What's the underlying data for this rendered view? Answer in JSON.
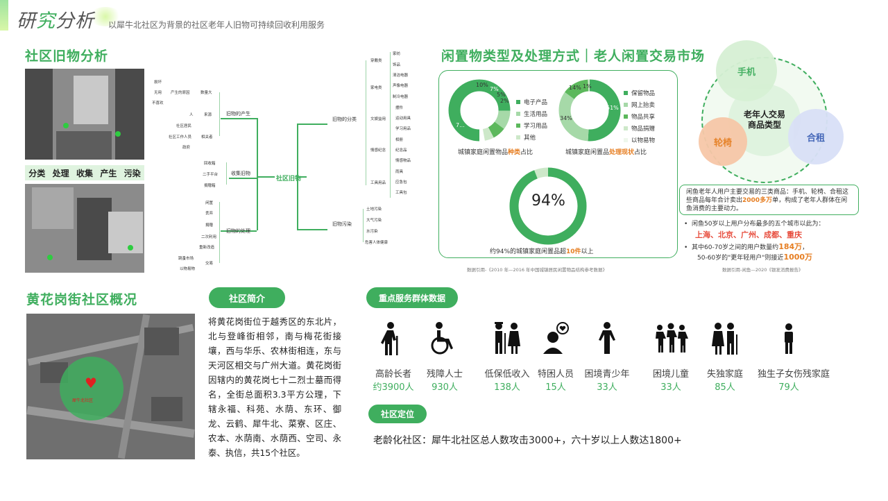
{
  "header": {
    "title_a": "研",
    "title_b": "究",
    "title_c": "分析",
    "subtitle": "以犀牛北社区为背景的社区老年人旧物可持续回收利用服务"
  },
  "section1": {
    "title": "社区旧物分析",
    "tags": [
      "分类",
      "处理",
      "收集",
      "产生",
      "污染"
    ]
  },
  "mindmap": {
    "center": "社区旧物",
    "branches": {
      "produce": {
        "label": "旧物的产生",
        "a": "数量大",
        "b": "来源",
        "c": "相关者",
        "causes": [
          "损坏",
          "无用",
          "不喜欢"
        ],
        "cause_label": "产生的原因",
        "people": "人",
        "actors": [
          "社区居民",
          "社区工作人员",
          "政府"
        ]
      },
      "collect": {
        "label": "收集旧物",
        "items": [
          "回收箱",
          "二手平台",
          "捐赠箱"
        ]
      },
      "handle": {
        "label": "旧物的处理",
        "items": [
          "闲置",
          "丢弃",
          "捐赠",
          "二次利用",
          "重新改造",
          "交易"
        ],
        "sub": [
          "跳蚤市场",
          "以物易物"
        ]
      },
      "classify": {
        "label": "旧物的分类",
        "groups": [
          {
            "name": "穿戴类",
            "items": [
              "家纺",
              "饰品"
            ]
          },
          {
            "name": "家电类",
            "items": [
              "清洁电器",
              "声像电器",
              "制冷电器"
            ]
          },
          {
            "name": "文娱益用",
            "items": [
              "摆件",
              "运动用具",
              "学习用品"
            ]
          },
          {
            "name": "情感纪念",
            "items": [
              "相册",
              "纪念品",
              "情感物品"
            ]
          },
          {
            "name": "工具用品",
            "items": [
              "雨具",
              "应急包",
              "工具包"
            ]
          }
        ]
      },
      "pollute": {
        "label": "旧物污染",
        "items": [
          "土地污染",
          "大气污染",
          "水污染",
          "危害人体健康"
        ]
      }
    }
  },
  "section2": {
    "title": "闲置物类型及处理方式｜老人闲置交易市场",
    "donut1": {
      "labels": [
        "10%",
        "7%",
        "5%",
        "2%",
        "7..."
      ],
      "legend": [
        "电子产品",
        "生活用品",
        "学习用品",
        "其他"
      ],
      "caption_a": "城镇家庭闲置物品",
      "caption_b": "种类",
      "caption_c": "占比"
    },
    "donut2": {
      "labels": [
        "14%",
        "1%",
        "51%",
        "34%"
      ],
      "legend": [
        "保留物品",
        "网上抬卖",
        "物品共享",
        "物品捐赠",
        "以物易物"
      ],
      "caption_a": "城镇家庭闲置品",
      "caption_b": "处理现状",
      "caption_c": "占比"
    },
    "big": {
      "value": "94%",
      "caption_a": "约94%的城镇家庭闲置品超",
      "caption_b": "10件",
      "caption_c": "以上"
    },
    "cite": "数据引用-《2010 年—2016 年中国城镇居民闲置物品结构参考数据》"
  },
  "venn": {
    "center": "老年人交易商品类型",
    "a": "手机",
    "b": "轮椅",
    "c": "合租",
    "info_a": "闲鱼老年人用户主要交易的三类商品：手机、轮椅、合租这些商品每年合计卖出",
    "info_b": "2000多万",
    "info_c": "单，构成了老年人群体在闲鱼消费的主要动力。",
    "bullet1": "闲鱼50岁以上用户分布最多的五个城市以此为：",
    "cities": "上海、北京、广州、成都、重庆",
    "bullet2_a": "其中60-70岁之间的用户数量约",
    "bullet2_b": "184万",
    "bullet2_c": "，",
    "bullet3_a": "50-60岁的\"更年轻用户\"则接近",
    "bullet3_b": "1000万",
    "cite": "数据引用-闲鱼—2020《银发消费报告》"
  },
  "section3": {
    "title": "黄花岗街社区概况",
    "intro_pill": "社区简介",
    "intro": "将黄花岗街位于越秀区的东北片，北与登峰街相邻，南与梅花街接壤，西与华乐、农林街相连，东与天河区相交与广州大道。黄花岗街因辖内的黄花岗七十二烈士墓而得名，全街总面积3.3平方公理，下辖永福、科苑、水荫、东环、御龙、云鹤、犀牛北、菜寮、区庄、农本、水荫南、水荫西、空司、永泰、执信，共15个社区。",
    "groups_pill": "重点服务群体数据",
    "groups": [
      {
        "name": "高龄长者",
        "value": "约3900人",
        "icon": "elder-cane-icon"
      },
      {
        "name": "残障人士",
        "value": "930人",
        "icon": "wheelchair-icon"
      },
      {
        "name": "低保低收入",
        "value": "138人",
        "icon": "couple-icon"
      },
      {
        "name": "特困人员",
        "value": "15人",
        "icon": "person-heart-icon"
      },
      {
        "name": "困境青少年",
        "value": "33人",
        "icon": "youth-icon"
      },
      {
        "name": "困境儿童",
        "value": "33人",
        "icon": "children-icon"
      },
      {
        "name": "失独家庭",
        "value": "85人",
        "icon": "family-icon"
      },
      {
        "name": "独生子女伤残家庭",
        "value": "79人",
        "icon": "single-child-icon"
      }
    ],
    "pos_pill": "社区定位",
    "pos_text": "老龄化社区：犀牛北社区总人数攻击3000+，六十岁以上人数达1800+"
  },
  "map": {
    "label": "犀牛北社区"
  },
  "colors": {
    "accent": "#3fae5e",
    "light": "#dff3df",
    "orange": "#e67e22",
    "red": "#e74c3c"
  }
}
